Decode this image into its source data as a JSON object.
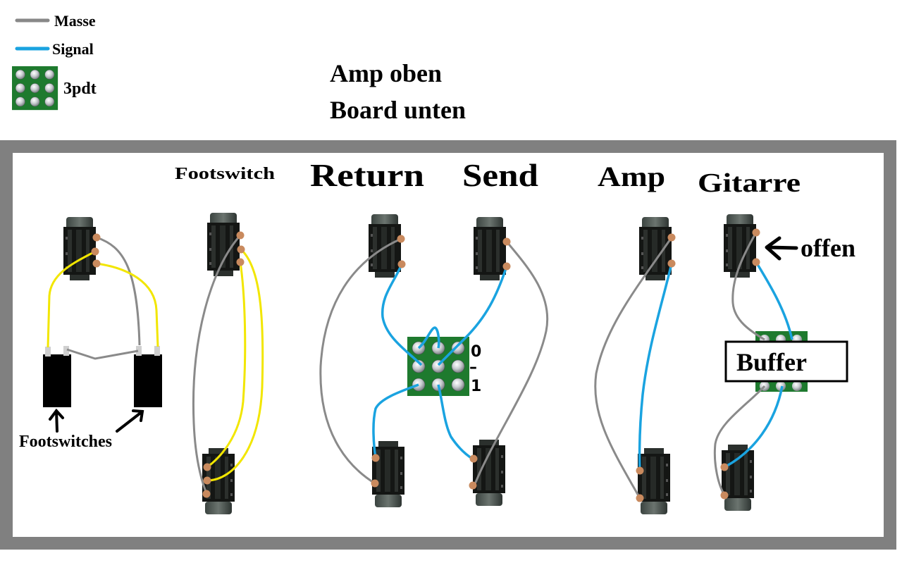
{
  "legend": {
    "items": [
      {
        "label": "Masse",
        "kind": "line",
        "color": "#808080"
      },
      {
        "label": "Signal",
        "kind": "line",
        "color": "#1aa3e0"
      },
      {
        "label": "3pdt",
        "kind": "switch-icon"
      }
    ]
  },
  "heading": {
    "line1": "Amp oben",
    "line2": "Board unten"
  },
  "colors": {
    "masse": "#8a8a8a",
    "signal": "#1aa3e0",
    "footswitch_wire": "#f2e600",
    "frame": "#808080",
    "pcb": "#1e7a2e",
    "solder": "#c98a5e",
    "jack": "#1a1a1a"
  },
  "sections": {
    "footswitch_label": "Footswitch",
    "return_label": "Return",
    "send_label": "Send",
    "amp_label": "Amp",
    "gitarre_label": "Gitarre"
  },
  "annotations": {
    "footswitches": "Footswitches",
    "offen": "offen",
    "buffer": "Buffer",
    "switch_pos_0": "0",
    "switch_pos_dash": "–",
    "switch_pos_1": "1"
  }
}
